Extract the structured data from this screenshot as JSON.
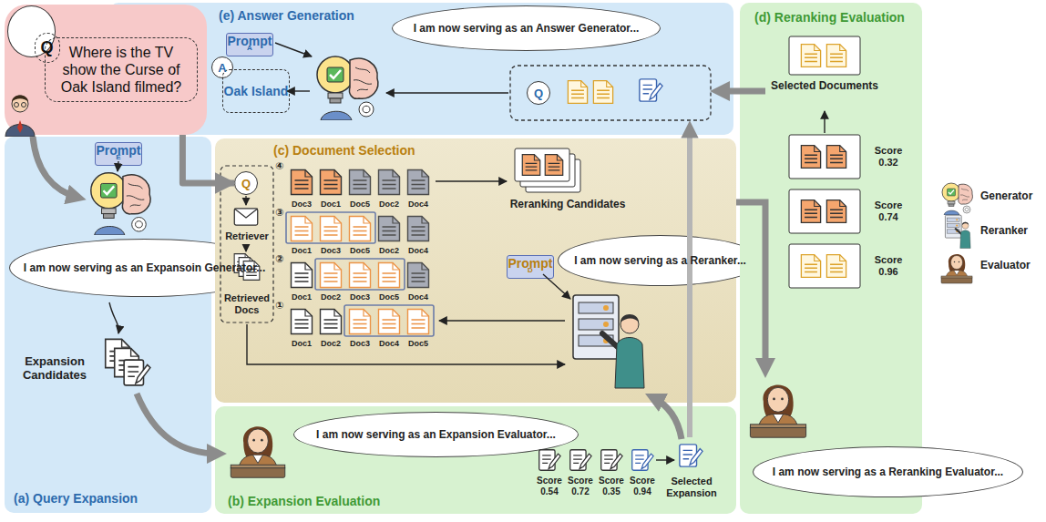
{
  "diagram": {
    "nodes": [
      {
        "text": [
          "(e) Answer Generation"
        ]
      },
      {
        "text": [
          "I am now serving as an Answer Generator..."
        ],
        "in": 0
      },
      {
        "text": [
          "Prompt",
          "A"
        ],
        "in": 0
      },
      {
        "text": [
          "A"
        ],
        "in": 0
      },
      {
        "text": [
          "Oak Island"
        ],
        "in": 0
      },
      {
        "text": [
          "Q"
        ],
        "in": 0
      },
      {
        "text": [
          "Where is the TV show the Curse of Oak Island filmed?"
        ]
      },
      {
        "text": [
          "Q"
        ],
        "in": 6
      },
      {
        "text": [
          "(a) Query Expansion"
        ]
      },
      {
        "text": [
          "Prompt",
          "E"
        ],
        "in": 8
      },
      {
        "text": [
          "I am now serving as an Expansoin Generator..."
        ],
        "in": 8
      },
      {
        "text": [
          "(c) Document Selection"
        ]
      },
      {
        "text": [
          "Q"
        ],
        "in": 11
      },
      {
        "text": [
          "Prompt",
          "D"
        ],
        "in": 11
      },
      {
        "text": [
          "I am now serving as a Reranker..."
        ],
        "in": 11
      },
      {
        "text": [
          "(b) Expansion Evaluation"
        ]
      },
      {
        "text": [
          "I am now serving as an Expansion Evaluator..."
        ],
        "in": 15
      },
      {
        "text": [
          "(d) Reranking Evaluation"
        ]
      },
      {
        "text": [
          "I am now serving as a Reranking Evaluator..."
        ],
        "in": 17
      }
    ],
    "edges": [
      {
        "from": 6,
        "to": 12,
        "arrow": "to"
      }
    ],
    "labels": [
      "Expansion Candidates",
      "Retriever",
      "Retrieved Docs",
      "④",
      "Doc3",
      "Doc1",
      "Doc5",
      "Doc2",
      "Doc4",
      "③",
      "Doc1",
      "Doc3",
      "Doc5",
      "Doc2",
      "Doc4",
      "②",
      "Doc1",
      "Doc2",
      "Doc3",
      "Doc5",
      "Doc4",
      "①",
      "Doc1",
      "Doc2",
      "Doc3",
      "Doc4",
      "Doc5",
      "Reranking Candidates",
      "Selected Documents",
      "Score 0.32",
      "Score 0.74",
      "Score 0.96",
      "Score 0.54",
      "Score 0.72",
      "Score 0.35",
      "Score 0.94",
      "Selected Expansion"
    ],
    "legend": [
      {
        "text": "Generator"
      },
      {
        "text": "Reranker"
      },
      {
        "text": "Evaluator"
      }
    ]
  }
}
